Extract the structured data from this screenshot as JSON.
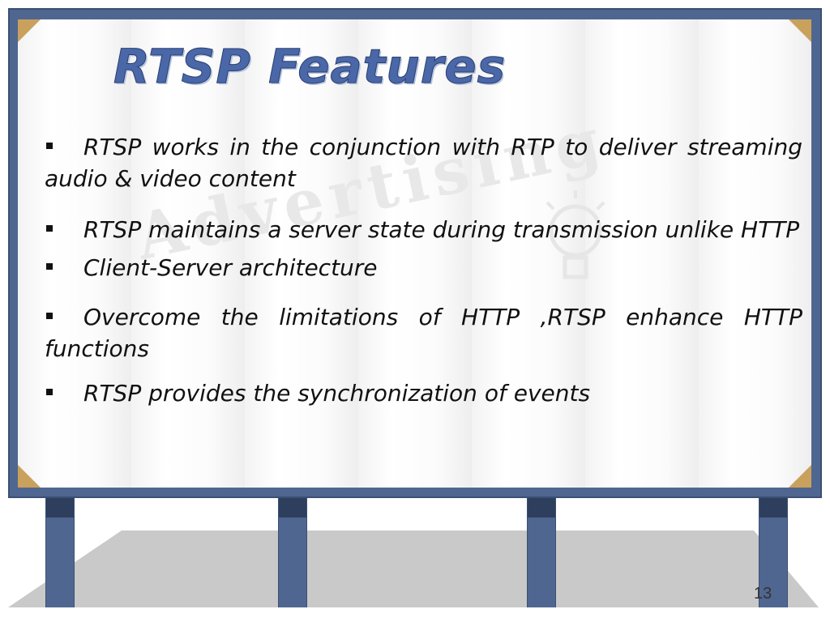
{
  "slide": {
    "title": "RTSP Features",
    "bullets": [
      "RTSP works in the conjunction with RTP to deliver streaming audio & video content",
      "RTSP maintains a server state during transmission unlike HTTP",
      "Client-Server architecture",
      "Overcome the limitations of HTTP ,RTSP enhance HTTP functions",
      "RTSP provides the synchronization of events"
    ],
    "page_number": "13",
    "watermark_text": "Advertising"
  },
  "colors": {
    "frame": "#4f6690",
    "title": "#4a67a8",
    "text": "#111111"
  }
}
